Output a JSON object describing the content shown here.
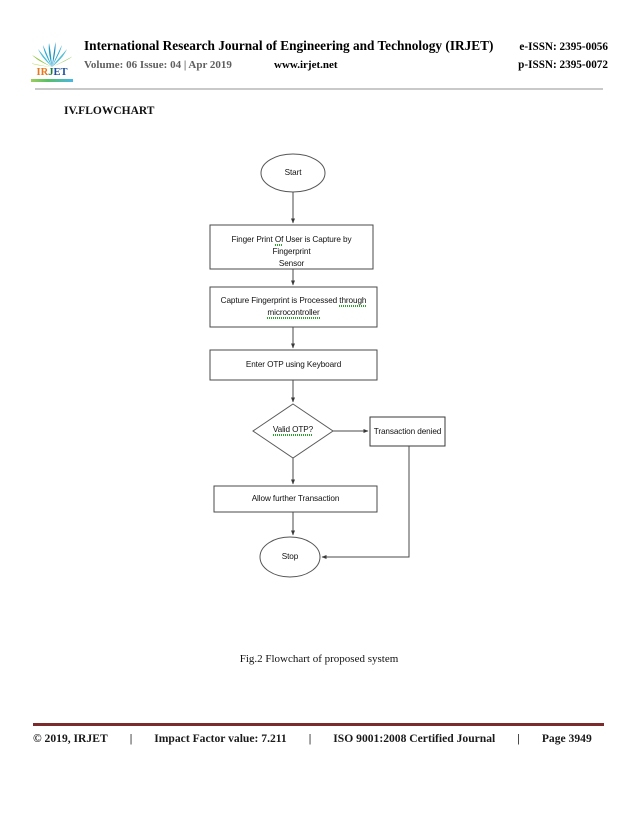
{
  "header": {
    "logo_text_parts": {
      "ir": "IR",
      "j": "J",
      "et": "ET"
    },
    "journal_title": "International Research Journal of Engineering and Technology (IRJET)",
    "e_issn": "e-ISSN: 2395-0056",
    "volume_issue": "Volume: 06 Issue: 04 | Apr 2019",
    "website": "www.irjet.net",
    "p_issn": "p-ISSN: 2395-0072"
  },
  "section": {
    "heading": "IV.FLOWCHART"
  },
  "flowchart": {
    "nodes": {
      "start": "Start",
      "capture": "Finger Print Of User is Capture by Fingerprint Sensor",
      "capture_line1_a": "Finger Print ",
      "capture_line1_sq": "Of",
      "capture_line1_b": " User is Capture by Fingerprint",
      "capture_line2": "Sensor",
      "process_line1_a": "Capture Fingerprint is Processed ",
      "process_line1_sq": "through",
      "process_line2_sq": "microcontroller",
      "process_full": "Capture Fingerprint is Processed through microcontroller",
      "otp": "Enter OTP using Keyboard",
      "decision": "Valid OTP?",
      "denied": "Transaction denied",
      "allow": "Allow further Transaction",
      "stop": "Stop"
    },
    "caption": "Fig.2 Flowchart of proposed system"
  },
  "footer": {
    "copyright": "© 2019, IRJET",
    "sep": "|",
    "impact_factor": "Impact Factor value: 7.211",
    "iso": "ISO 9001:2008 Certified Journal",
    "page": "Page 3949"
  },
  "colors": {
    "footer_rule": "#7b2b2b",
    "header_rule": "#c9c9c9",
    "spellcheck_squiggle": "#2ca02c",
    "logo_orange": "#e8761a",
    "logo_green": "#1c7a3c",
    "logo_blue": "#1b4f9c"
  }
}
